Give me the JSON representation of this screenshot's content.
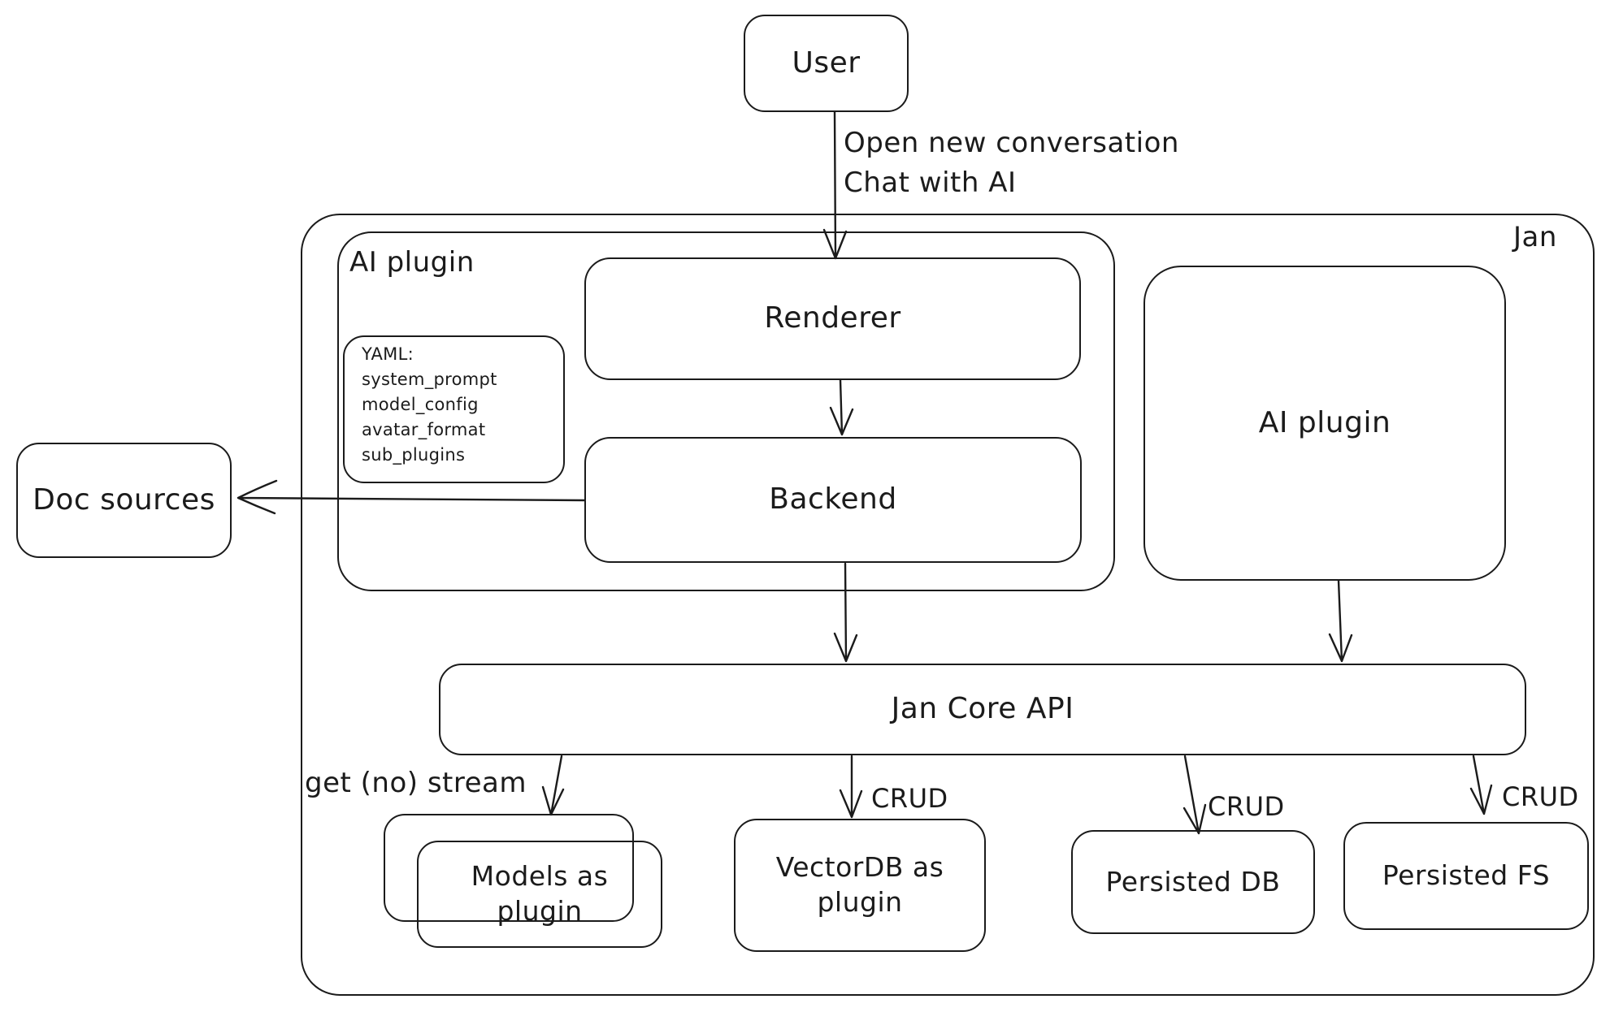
{
  "canvas": {
    "background": "#ffffff",
    "ink_color": "#1b1b1b"
  },
  "nodes": {
    "user": {
      "label": "User"
    },
    "jan_container": {
      "label": "Jan"
    },
    "ai_plugin_container": {
      "label": "AI plugin"
    },
    "renderer": {
      "label": "Renderer"
    },
    "yaml_note": {
      "text": "YAML:\nsystem_prompt\nmodel_config\navatar_format\nsub_plugins"
    },
    "backend": {
      "label": "Backend"
    },
    "ai_plugin_right": {
      "label": "AI plugin"
    },
    "doc_sources": {
      "label": "Doc sources"
    },
    "jan_core_api": {
      "label": "Jan Core API"
    },
    "models_as_plugin": {
      "label": "Models as\nplugin"
    },
    "vectordb_as_plugin": {
      "label": "VectorDB as\nplugin"
    },
    "persisted_db": {
      "label": "Persisted DB"
    },
    "persisted_fs": {
      "label": "Persisted FS"
    }
  },
  "edge_labels": {
    "user_action": "Open new conversation\nChat with AI",
    "get_no_stream": "get (no) stream",
    "crud_vectordb": "CRUD",
    "crud_persisted_db": "CRUD",
    "crud_persisted_fs": "CRUD"
  },
  "edges": [
    {
      "from": "user",
      "to": "renderer",
      "label": "Open new conversation / Chat with AI"
    },
    {
      "from": "renderer",
      "to": "backend",
      "label": ""
    },
    {
      "from": "backend",
      "to": "doc_sources",
      "label": ""
    },
    {
      "from": "backend",
      "to": "jan_core_api",
      "label": ""
    },
    {
      "from": "ai_plugin_right",
      "to": "jan_core_api",
      "label": ""
    },
    {
      "from": "jan_core_api",
      "to": "models_as_plugin",
      "label": "get (no) stream"
    },
    {
      "from": "jan_core_api",
      "to": "vectordb_as_plugin",
      "label": "CRUD"
    },
    {
      "from": "jan_core_api",
      "to": "persisted_db",
      "label": "CRUD"
    },
    {
      "from": "jan_core_api",
      "to": "persisted_fs",
      "label": "CRUD"
    }
  ]
}
